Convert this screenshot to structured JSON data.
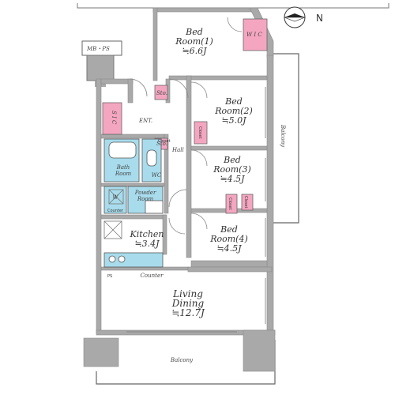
{
  "rooms": {
    "bed1": {
      "name": "Bed",
      "name2": "Room(1)",
      "size": "≒6.6J"
    },
    "bed2": {
      "name": "Bed",
      "name2": "Room(2)",
      "size": "≒5.0J"
    },
    "bed3": {
      "name": "Bed",
      "name2": "Room(3)",
      "size": "≒4.5J"
    },
    "bed4": {
      "name": "Bed",
      "name2": "Room(4)",
      "size": "≒4.5J"
    },
    "kitchen": {
      "name": "Kitchen",
      "size": "≒3.4J"
    },
    "living": {
      "name": "Living",
      "name2": "Dining",
      "size": "≒12.7J"
    }
  },
  "labels": {
    "mbps": "MB・PS",
    "wic": "W I C",
    "sic": "S I C",
    "ent": "ENT.",
    "hall": "Hall",
    "sto1": "Sto.",
    "sto2": "Sto.",
    "bath": "Bath",
    "bath2": "Room",
    "wc": "WC",
    "w": "W",
    "powder": "Powder",
    "powder2": "Room",
    "counter_small": "Counter",
    "counter": "Counter",
    "closet1": "Closet",
    "closet2": "Closet",
    "closet3": "Closet",
    "closet4": "Closet",
    "balcony_right": "Balcony",
    "balcony_bottom": "Balcony",
    "ps": "PS",
    "north": "N"
  },
  "colors": {
    "wall": "#a9a9a9",
    "pink": "#f4a6c1",
    "blue": "#a8dcec",
    "outline": "#555555"
  }
}
